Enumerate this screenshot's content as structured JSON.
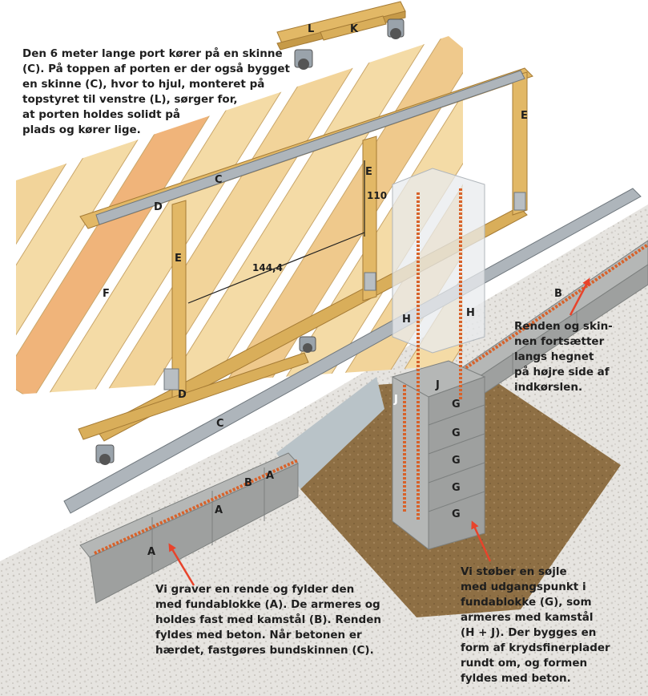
{
  "captions": {
    "intro": "Den 6 meter lange port kører på en skinne\n(C). På toppen af porten er der også bygget\nen skinne (C), hvor to hjul, monteret på\ntopstyret til venstre (L), sørger for,\nat porten holdes solidt på\nplads og kører lige.",
    "trench_right": "Renden og skin-\nnen fortsætter\nlangs hegnet\npå højre side af\nindkørslen.",
    "trench_left": "Vi graver en rende og fylder den\nmed fundablokke (A). De armeres og\nholdes fast med kamstål (B). Renden\nfyldes med beton. Når betonen er\nhærdet, fastgøres bundskinnen (C).",
    "column": "Vi støber en søjle\nmed udgangspunkt i\nfundablokke (G), som\narmeres med kamstål\n(H + J). Der bygges en\nform af krydsfinerplader\nrundt om, og formen\nfyldes med beton."
  },
  "labels": {
    "L": "L",
    "K": "K",
    "C": "C",
    "D": "D",
    "E": "E",
    "F": "F",
    "H": "H",
    "J": "J",
    "G": "G",
    "B": "B",
    "A": "A"
  },
  "dimensions": {
    "width": "144,4",
    "height": "110"
  },
  "colors": {
    "wood_light": "#f3d9a2",
    "wood_mid": "#e6c07a",
    "wood_frame": "#d9ae5a",
    "wood_orange": "#f0b47a",
    "rail": "#9aa3ab",
    "concrete": "#a7a9a8",
    "rebar": "#d8622a",
    "soil": "#9a7a4c",
    "gravel": "#e4e2de",
    "arrow": "#e8432b"
  }
}
